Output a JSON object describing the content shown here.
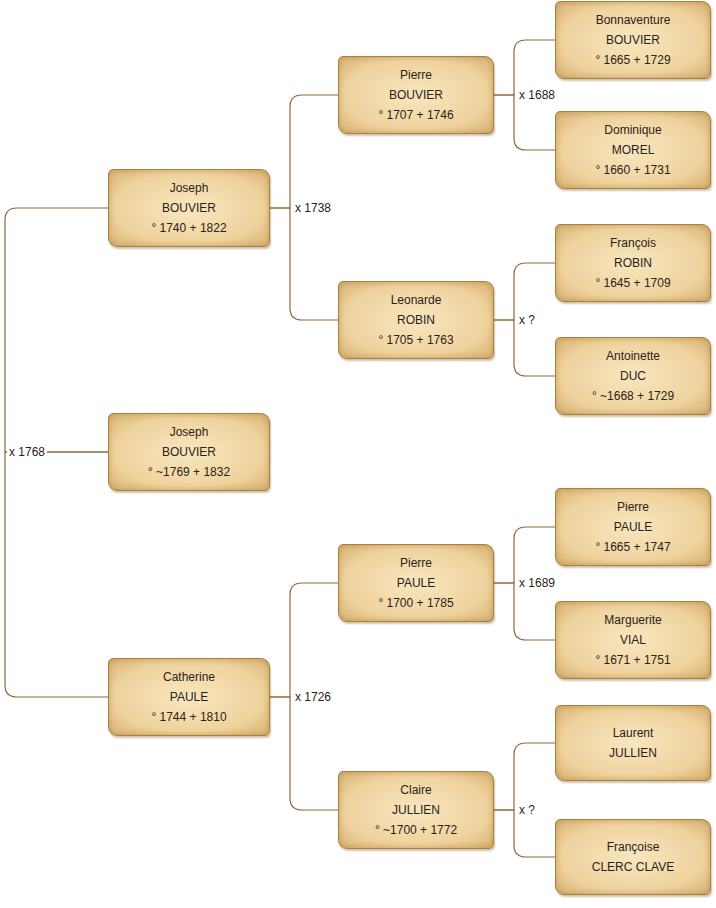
{
  "diagram": {
    "nodes": [
      {
        "text": [
          "Bonnaventure",
          "BOUVIER",
          "° 1665 + 1729"
        ]
      },
      {
        "text": [
          "Pierre",
          "BOUVIER",
          "° 1707 + 1746"
        ]
      },
      {
        "text": [
          "Dominique",
          "MOREL",
          "° 1660 + 1731"
        ]
      },
      {
        "text": [
          "Joseph",
          "BOUVIER",
          "° 1740 + 1822"
        ]
      },
      {
        "text": [
          "François",
          "ROBIN",
          "° 1645 + 1709"
        ]
      },
      {
        "text": [
          "Leonarde",
          "ROBIN",
          "° 1705 + 1763"
        ]
      },
      {
        "text": [
          "Antoinette",
          "DUC",
          "° ~1668 + 1729"
        ]
      },
      {
        "text": [
          "Joseph",
          "BOUVIER",
          "° ~1769 + 1832"
        ]
      },
      {
        "text": [
          "Pierre",
          "PAULE",
          "° 1665 + 1747"
        ]
      },
      {
        "text": [
          "Pierre",
          "PAULE",
          "° 1700 + 1785"
        ]
      },
      {
        "text": [
          "Marguerite",
          "VIAL",
          "° 1671 + 1751"
        ]
      },
      {
        "text": [
          "Catherine",
          "PAULE",
          "° 1744 + 1810"
        ]
      },
      {
        "text": [
          "Laurent",
          "JULLIEN"
        ]
      },
      {
        "text": [
          "Claire",
          "JULLIEN",
          "° ~1700 + 1772"
        ]
      },
      {
        "text": [
          "Françoise",
          "CLERC CLAVE"
        ]
      }
    ],
    "edges": [
      {
        "from": 7,
        "to": 3,
        "arrow": "none",
        "label": "x 1768"
      },
      {
        "from": 7,
        "to": 11,
        "arrow": "none"
      },
      {
        "from": 3,
        "to": 1,
        "arrow": "none",
        "label": "x 1738"
      },
      {
        "from": 3,
        "to": 5,
        "arrow": "none"
      },
      {
        "from": 1,
        "to": 0,
        "arrow": "none",
        "label": "x 1688"
      },
      {
        "from": 1,
        "to": 2,
        "arrow": "none"
      },
      {
        "from": 5,
        "to": 4,
        "arrow": "none",
        "label": "x ?"
      },
      {
        "from": 5,
        "to": 6,
        "arrow": "none"
      },
      {
        "from": 11,
        "to": 9,
        "arrow": "none",
        "label": "x 1726"
      },
      {
        "from": 11,
        "to": 13,
        "arrow": "none"
      },
      {
        "from": 9,
        "to": 8,
        "arrow": "none",
        "label": "x 1689"
      },
      {
        "from": 9,
        "to": 10,
        "arrow": "none"
      },
      {
        "from": 13,
        "to": 12,
        "arrow": "none",
        "label": "x ?"
      },
      {
        "from": 13,
        "to": 14,
        "arrow": "none"
      }
    ]
  }
}
